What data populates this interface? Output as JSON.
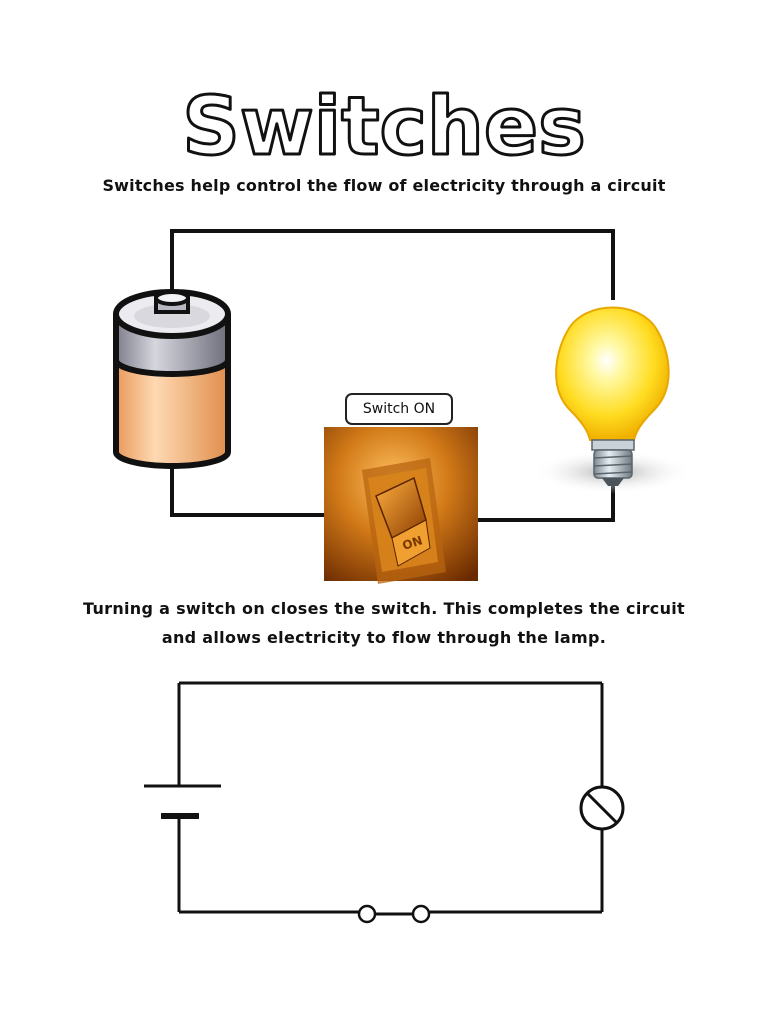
{
  "title": "Switches",
  "subtitle": "Switches help control the flow of electricity through a circuit",
  "switch_label": "Switch ON",
  "switch_text": "ON",
  "caption": {
    "line1": "Turning a switch on closes the switch. This completes the circuit",
    "line2": "and allows electricity to flow through the lamp."
  },
  "colors": {
    "wire": "#111111",
    "battery_body": "#f2b888",
    "battery_cap": "#9a9aa6",
    "bulb_glass": "#ffe640",
    "switch_bg": "#b85a0a"
  }
}
